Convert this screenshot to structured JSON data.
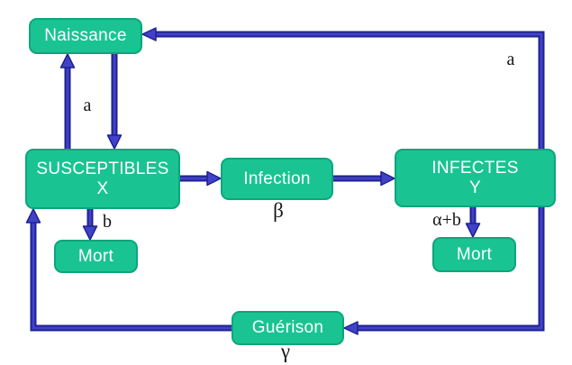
{
  "diagram": {
    "nodes": {
      "naissance": {
        "label": "Naissance"
      },
      "susceptibles": {
        "label": "SUSCEPTIBLES",
        "sublabel": "X"
      },
      "infection": {
        "label": "Infection"
      },
      "infectes": {
        "label": "INFECTES",
        "sublabel": "Y"
      },
      "mort_susceptibles": {
        "label": "Mort"
      },
      "mort_infectes": {
        "label": "Mort"
      },
      "guerison": {
        "label": "Guérison"
      }
    },
    "edge_labels": {
      "a_right_loop": "a",
      "a_naissance_susceptibles": "a",
      "b_susceptibles_mort": "b",
      "beta_infection": "β",
      "alpha_b_infectes_mort": "α+b",
      "gamma_guerison": "γ"
    },
    "colors": {
      "background": "#ffffff",
      "node_fill": "#19c492",
      "node_border": "#0ea57c",
      "node_text": "#ffffff",
      "arrow_core": "#4043c8",
      "arrow_dark": "#1f2190",
      "label_text": "#151515"
    }
  }
}
